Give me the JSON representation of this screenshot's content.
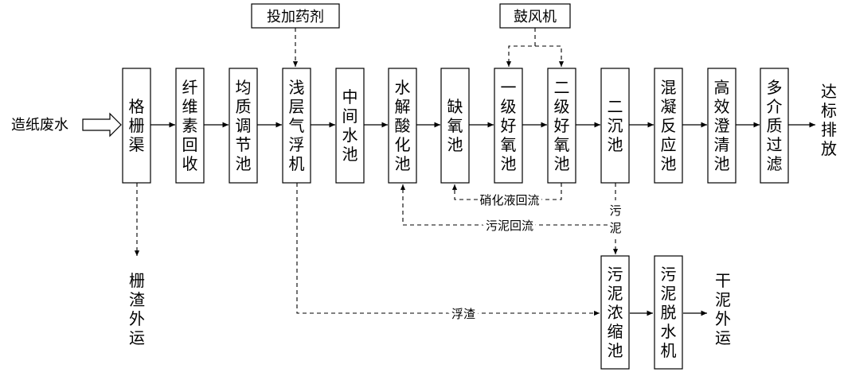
{
  "input": "造纸废水",
  "output": "达标排放",
  "units": [
    "格栅渠",
    "纤维素回收",
    "均质调节池",
    "浅层气浮机",
    "中间水池",
    "水解酸化池",
    "缺氧池",
    "一级好氧池",
    "二级好氧池",
    "二沉池",
    "混凝反应池",
    "高效澄清池",
    "多介质过滤"
  ],
  "additives": {
    "chemical": "投加药剂",
    "blower": "鼓风机"
  },
  "recycle": {
    "nitrification_return": "硝化液回流",
    "sludge_return": "污泥回流",
    "sludge": "污泥",
    "scum": "浮渣"
  },
  "sludge_units": [
    "污泥浓缩池",
    "污泥脱水机"
  ],
  "disposal": {
    "screenings": "栅渣外运",
    "dry_sludge": "干泥外运"
  }
}
